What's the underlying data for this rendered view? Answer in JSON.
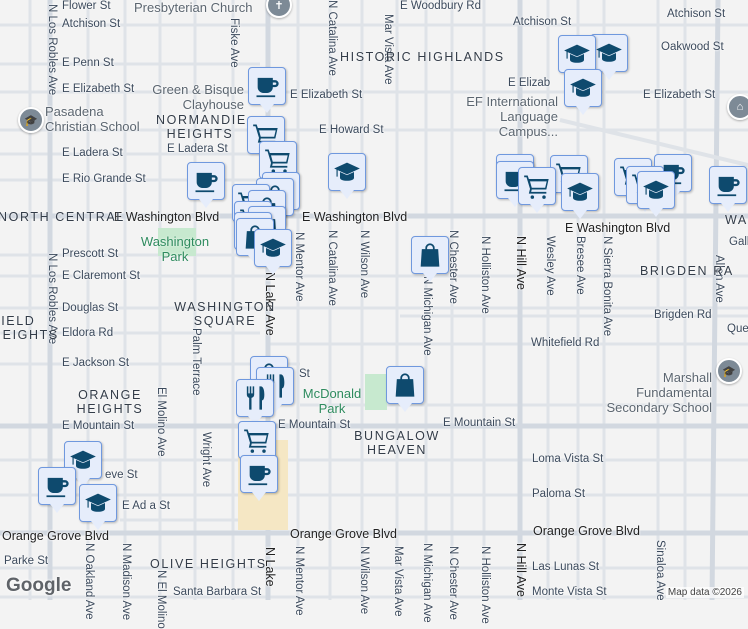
{
  "streets_h": [
    "Flower St",
    "Atchison St",
    "E Penn St",
    "E Elizabeth St",
    "E Elizabeth St",
    "E Howard St",
    "E Ladera St",
    "E Rio Grande St",
    "E Washington Blvd",
    "E Washington Blvd",
    "E Washington Blvd",
    "Prescott St",
    "E Claremont St",
    "Douglas St",
    "Eldora Rd",
    "E Jackson St",
    "E Mountain St",
    "E Mountain St",
    "E Mountain St",
    "Orange Grove Blvd",
    "Orange Grove Blvd",
    "Orange Grove Blvd",
    "Parke St",
    "Santa Barbara St",
    "E Woodbury Rd",
    "Atchison St",
    "Atchison St",
    "Oakwood St",
    "E Elizabeth St",
    "Brigden Rd",
    "Whitefield Rd",
    "Loma Vista St",
    "Paloma St",
    "Las Lunas St",
    "Monte Vista St",
    "Galb",
    "Quee",
    "E Elizab",
    "E Ad  a St",
    "eve St",
    "St"
  ],
  "streets_v": [
    "N Los Robles Ave",
    "N Los Robles Ave",
    "Fiske Ave",
    "N Catalina Ave",
    "N Catalina Ave",
    "N Mentor Ave",
    "N Mentor Ave",
    "N Wilson Ave",
    "N Wilson Ave",
    "Mar Vista Ave",
    "Mar Vista Ave",
    "N Chester Ave",
    "N Chester Ave",
    "N Holliston Ave",
    "N Holliston Ave",
    "N Hill Ave",
    "N Hill Ave",
    "Wesley Ave",
    "Bresee Ave",
    "N Sierra Bonita Ave",
    "Allen Ave",
    "N Michigan Ave",
    "N Michigan Ave",
    "El Molino Ave",
    "Palm Terrace",
    "Wright Ave",
    "N Oakland Ave",
    "N Madison Ave",
    "N El Molino",
    "Sinaloa Ave",
    "N Lake Ave",
    "N Lake"
  ],
  "neighborhoods": [
    "HISTORIC HIGHLANDS",
    "NORMANDIE HEIGHTS",
    "NORTH CENTRAL",
    "WASHINGTON SQUARE",
    "ORANGE HEIGHTS",
    "BUNGALOW HEAVEN",
    "OLIVE HEIGHTS",
    "BRIGDEN RA",
    "FIELD HEIGHTS",
    "WA"
  ],
  "pois": [
    "Presbyterian Church",
    "Green & Bisque Clayhouse",
    "Pasadena Christian School",
    "EF International Language Campus...",
    "Marshall Fundamental Secondary School"
  ],
  "parks": [
    "Washington Park",
    "McDonald Park"
  ],
  "marker_color": "#0e4a6e",
  "marker_bg": "#e6edfb",
  "attribution": "Map data ©2026",
  "logo": "Google"
}
